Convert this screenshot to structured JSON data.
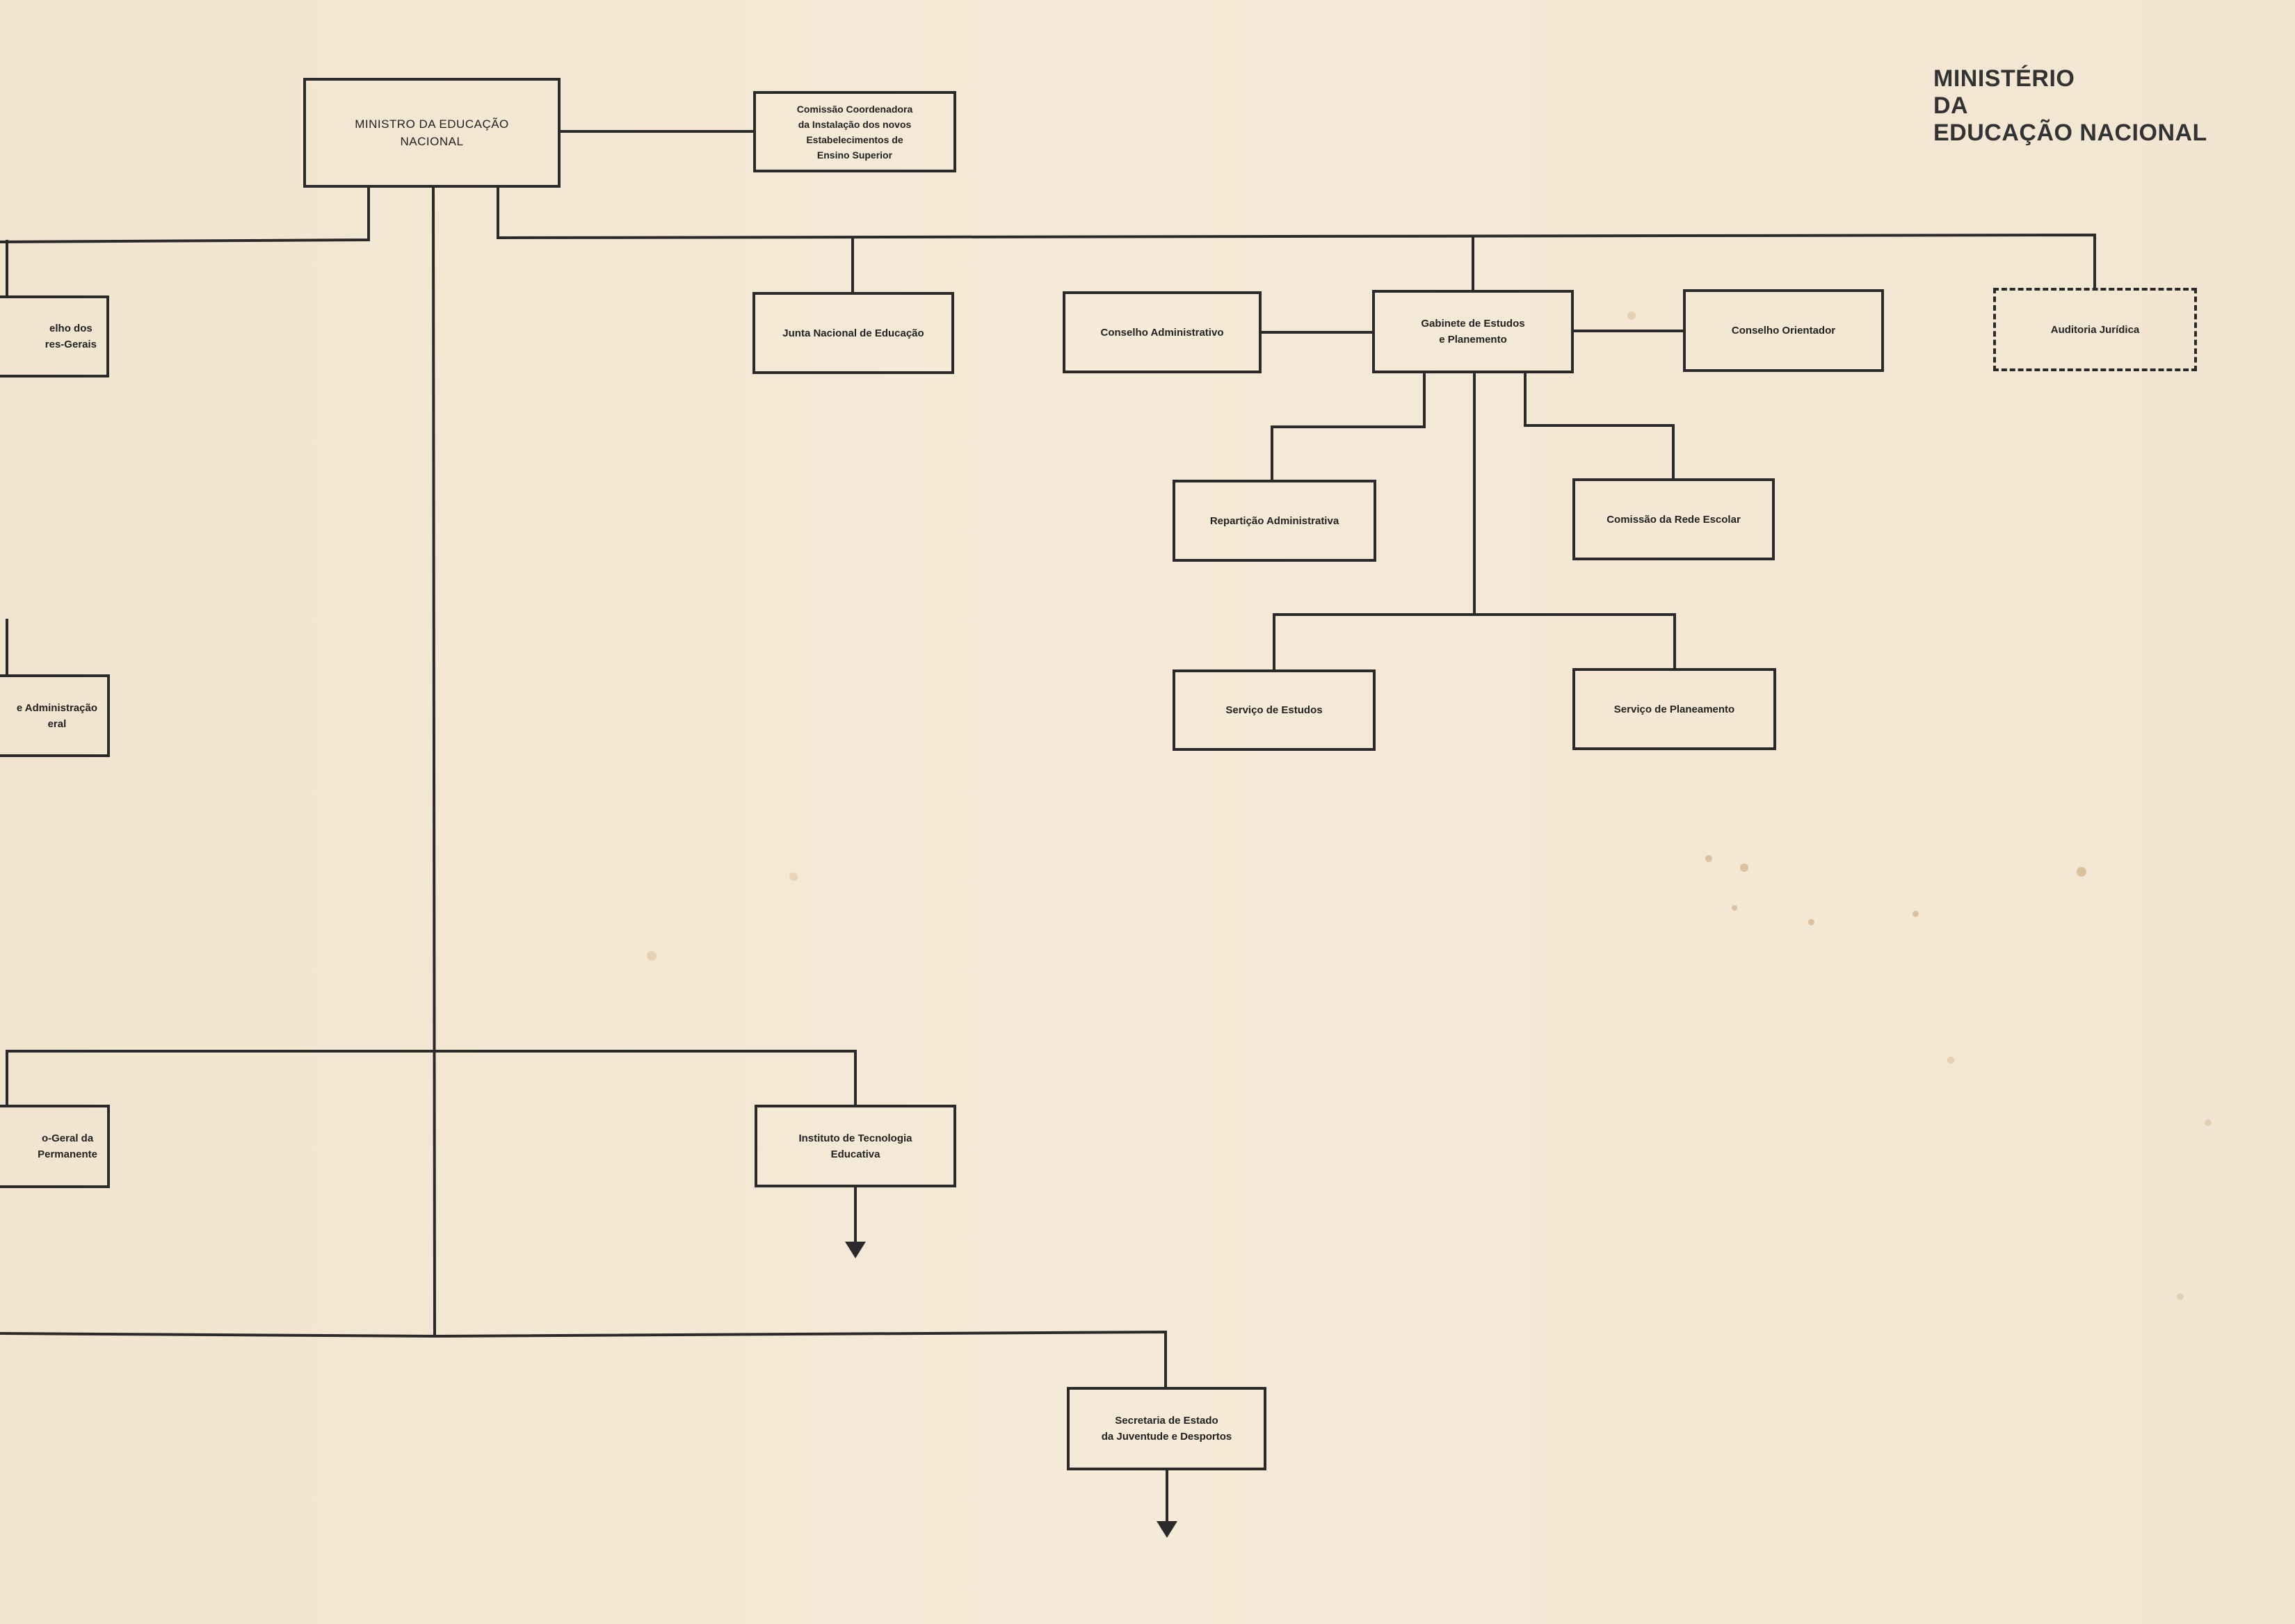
{
  "title": [
    "MINISTÉRIO",
    "DA",
    "EDUCAÇÃO  NACIONAL"
  ],
  "boxes": {
    "ministro": "MINISTRO DA EDUCAÇÃO\nNACIONAL",
    "comissao_coord": "Comissão Coordenadora\nda Instalação dos novos\nEstabelecimentos de\nEnsino Superior",
    "conselho_dirgerais": "elho dos\nres-Gerais",
    "junta": "Junta Nacional de Educação",
    "conselho_admin": "Conselho Administrativo",
    "gabinete": "Gabinete de Estudos\ne Planemento",
    "conselho_orientador": "Conselho Orientador",
    "auditoria": "Auditoria Jurídica",
    "reparticao": "Repartição Administrativa",
    "comissao_rede": "Comissão da Rede Escolar",
    "servico_estudos": "Serviço de Estudos",
    "servico_planeamento": "Serviço de Planeamento",
    "admin_geral": "e Administração\neral",
    "dir_geral_perm": "o-Geral da\n Permanente",
    "instituto": "Instituto de Tecnologia\nEducativa",
    "secretaria": "Secretaria de Estado\nda Juventude e Desportos"
  }
}
